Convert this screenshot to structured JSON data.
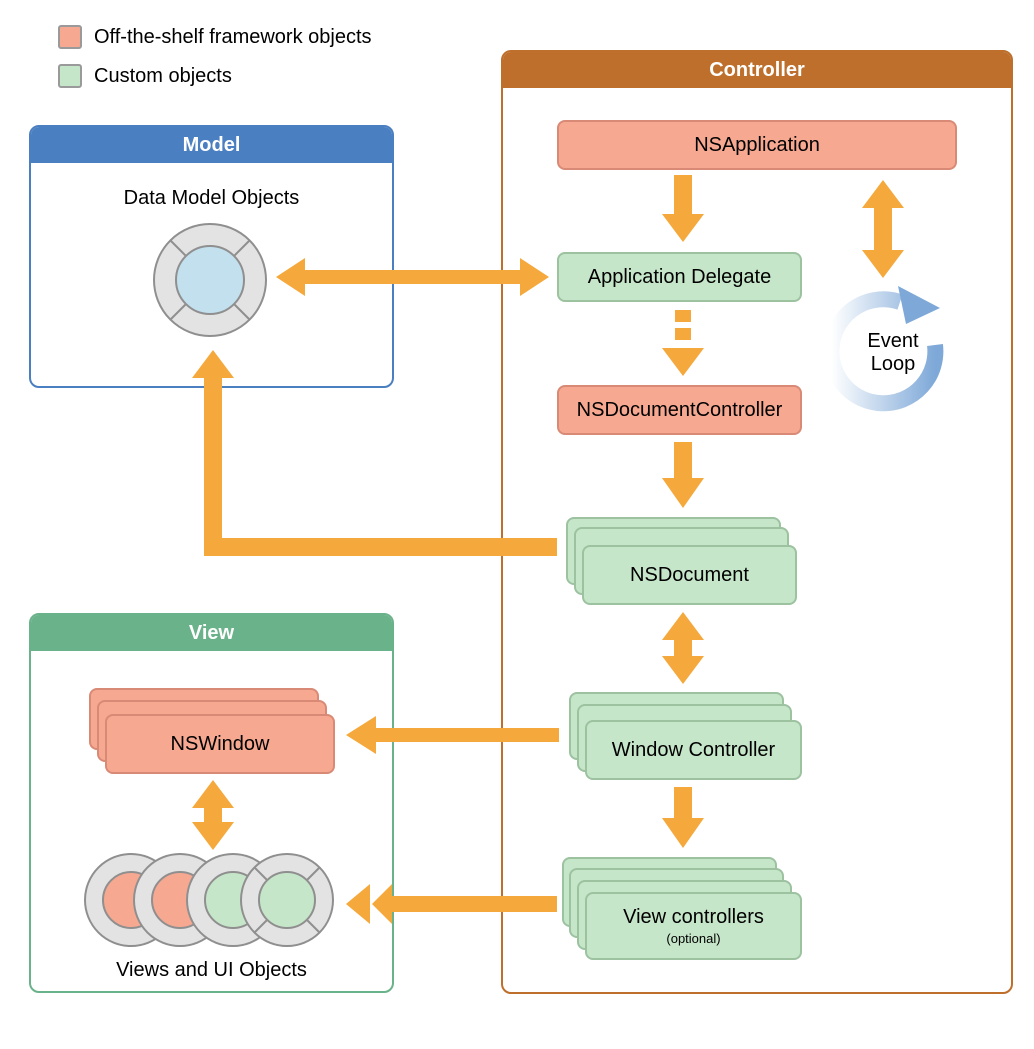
{
  "legend": [
    {
      "label": "Off-the-shelf framework objects",
      "color": "#f6a891"
    },
    {
      "label": "Custom objects",
      "color": "#c6e6c9"
    }
  ],
  "panels": {
    "model": {
      "title": "Model",
      "caption": "Data Model Objects",
      "color": "#4a7fc1"
    },
    "view": {
      "title": "View",
      "caption": "Views and UI Objects",
      "color": "#6ab28a"
    },
    "controller": {
      "title": "Controller",
      "color": "#bd6f2b"
    }
  },
  "objects": {
    "ns_application": "NSApplication",
    "application_delegate": "Application Delegate",
    "ns_document_controller": "NSDocumentController",
    "ns_document": "NSDocument",
    "window_controller": "Window Controller",
    "view_controllers": "View controllers",
    "view_controllers_note": "(optional)",
    "ns_window": "NSWindow"
  },
  "event_loop": {
    "line1": "Event",
    "line2": "Loop"
  },
  "colors": {
    "arrow": "#f5a83b",
    "framework_fill": "#f6a891",
    "custom_fill": "#c6e6c9",
    "model_icon_center": "#c3e0ef",
    "event_loop": "#7ea8d8"
  }
}
